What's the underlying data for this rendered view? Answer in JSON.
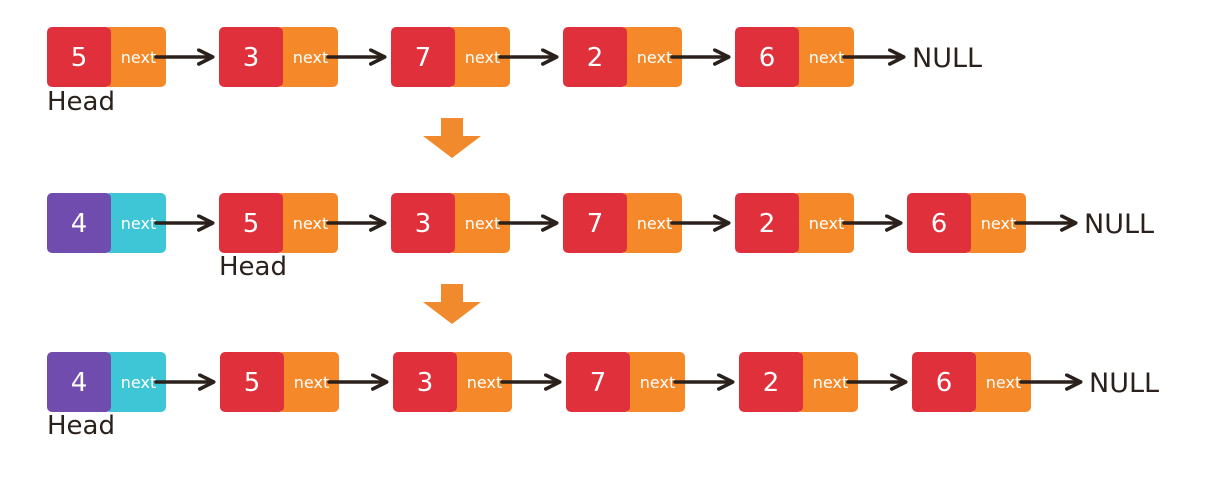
{
  "rows": [
    {
      "nodes": [
        {
          "value": "5",
          "next": "next",
          "kind": "old"
        },
        {
          "value": "3",
          "next": "next",
          "kind": "old"
        },
        {
          "value": "7",
          "next": "next",
          "kind": "old"
        },
        {
          "value": "2",
          "next": "next",
          "kind": "old"
        },
        {
          "value": "6",
          "next": "next",
          "kind": "old"
        }
      ],
      "null_label": "NULL",
      "head_label": "Head",
      "head_at": 0
    },
    {
      "nodes": [
        {
          "value": "4",
          "next": "next",
          "kind": "new"
        },
        {
          "value": "5",
          "next": "next",
          "kind": "old"
        },
        {
          "value": "3",
          "next": "next",
          "kind": "old"
        },
        {
          "value": "7",
          "next": "next",
          "kind": "old"
        },
        {
          "value": "2",
          "next": "next",
          "kind": "old"
        },
        {
          "value": "6",
          "next": "next",
          "kind": "old"
        }
      ],
      "null_label": "NULL",
      "head_label": "Head",
      "head_at": 1
    },
    {
      "nodes": [
        {
          "value": "4",
          "next": "next",
          "kind": "new"
        },
        {
          "value": "5",
          "next": "next",
          "kind": "old"
        },
        {
          "value": "3",
          "next": "next",
          "kind": "old"
        },
        {
          "value": "7",
          "next": "next",
          "kind": "old"
        },
        {
          "value": "2",
          "next": "next",
          "kind": "old"
        },
        {
          "value": "6",
          "next": "next",
          "kind": "old"
        }
      ],
      "null_label": "NULL",
      "head_label": "Head",
      "head_at": 0
    }
  ],
  "colors": {
    "old_value_fill": "#e0303c",
    "old_next_fill": "#f5892a",
    "new_value_fill": "#6f4cad",
    "new_next_fill": "#3ec6d6",
    "arrow": "#2b211c",
    "transition_arrow": "#f08a2c",
    "node_text": "#ffffff",
    "label_text": "#2b211c"
  },
  "icons": {
    "transition": "down-arrow-icon",
    "link": "right-arrow-icon"
  }
}
